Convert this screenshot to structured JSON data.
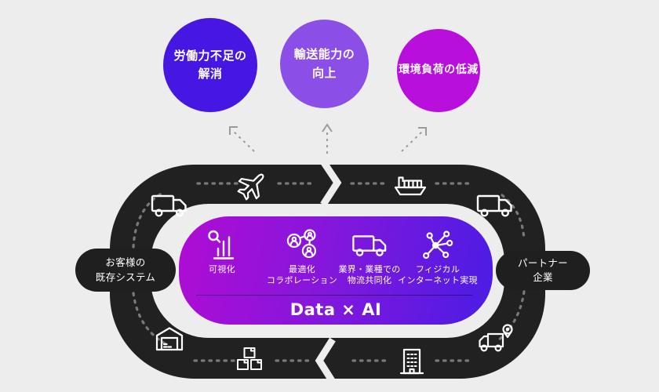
{
  "goals": [
    {
      "line1": "労働力不足の",
      "line2": "解消",
      "color": "#4617e3"
    },
    {
      "line1": "輸送能力の",
      "line2": "向上",
      "color": "#8b4fe8"
    },
    {
      "line1": "環境負荷の低減",
      "line2": "",
      "color": "#b90fdd"
    }
  ],
  "loop": {
    "left_node": {
      "line1": "お客様の",
      "line2": "既存システム"
    },
    "right_node": {
      "line1": "パートナー",
      "line2": "企業"
    },
    "road_color": "#212121",
    "road_icons": [
      "truck-icon",
      "airplane-icon",
      "cargo-ship-icon",
      "truck-icon",
      "warehouse-icon",
      "packages-icon",
      "office-building-icon",
      "delivery-truck-pin-icon"
    ]
  },
  "panel": {
    "items": [
      {
        "icon": "chart-magnifier-icon",
        "line1": "可視化",
        "line2": ""
      },
      {
        "icon": "collaboration-people-icon",
        "line1": "最適化",
        "line2": "コラボレーション"
      },
      {
        "icon": "truck-icon",
        "line1": "業界・業種での",
        "line2": "物流共同化"
      },
      {
        "icon": "network-hub-icon",
        "line1": "フィジカル",
        "line2": "インターネット実現"
      }
    ],
    "caption": "Data × AI",
    "gradient": [
      "#b00cd4",
      "#4a1ce4"
    ]
  },
  "colors": {
    "background": "#ededed",
    "arrow": "#9a9a9a",
    "node_pill": "#1f1f1f"
  }
}
